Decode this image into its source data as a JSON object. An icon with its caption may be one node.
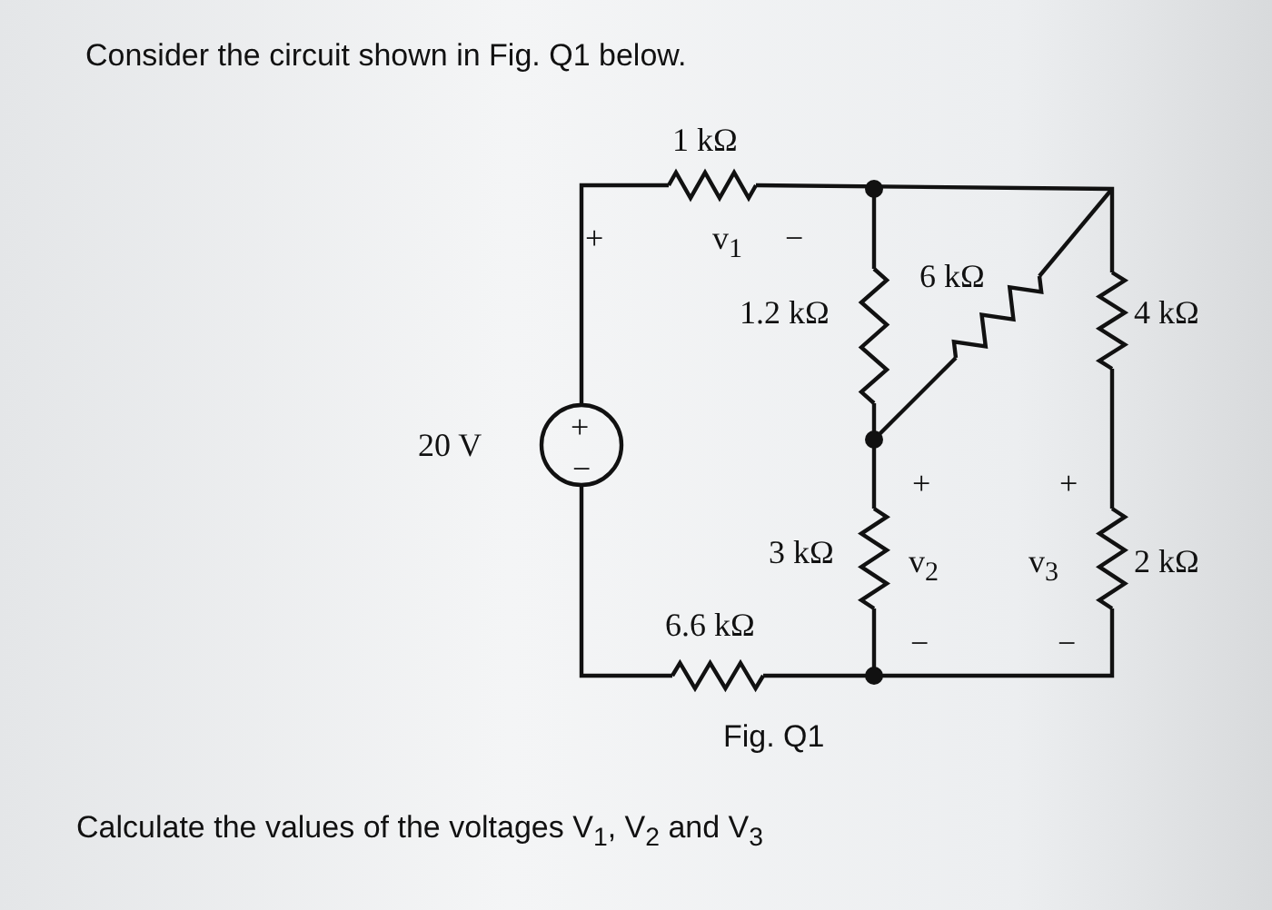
{
  "diagram": {
    "labels": [
      "Consider the circuit shown in Fig. Q1 below.",
      "1 kΩ",
      "+",
      "v$_{1}$",
      "−",
      "1.2 kΩ",
      "6 kΩ",
      "4 kΩ",
      "20 V",
      "+",
      "−",
      "+",
      "+",
      "3 kΩ",
      "v$_{2}$",
      "v$_{3}$",
      "2 kΩ",
      "6.6 kΩ",
      "−",
      "−",
      "Fig. Q1",
      "Calculate the values of the voltages V$_{1}$, V$_{2}$ and V$_{3}$"
    ]
  }
}
